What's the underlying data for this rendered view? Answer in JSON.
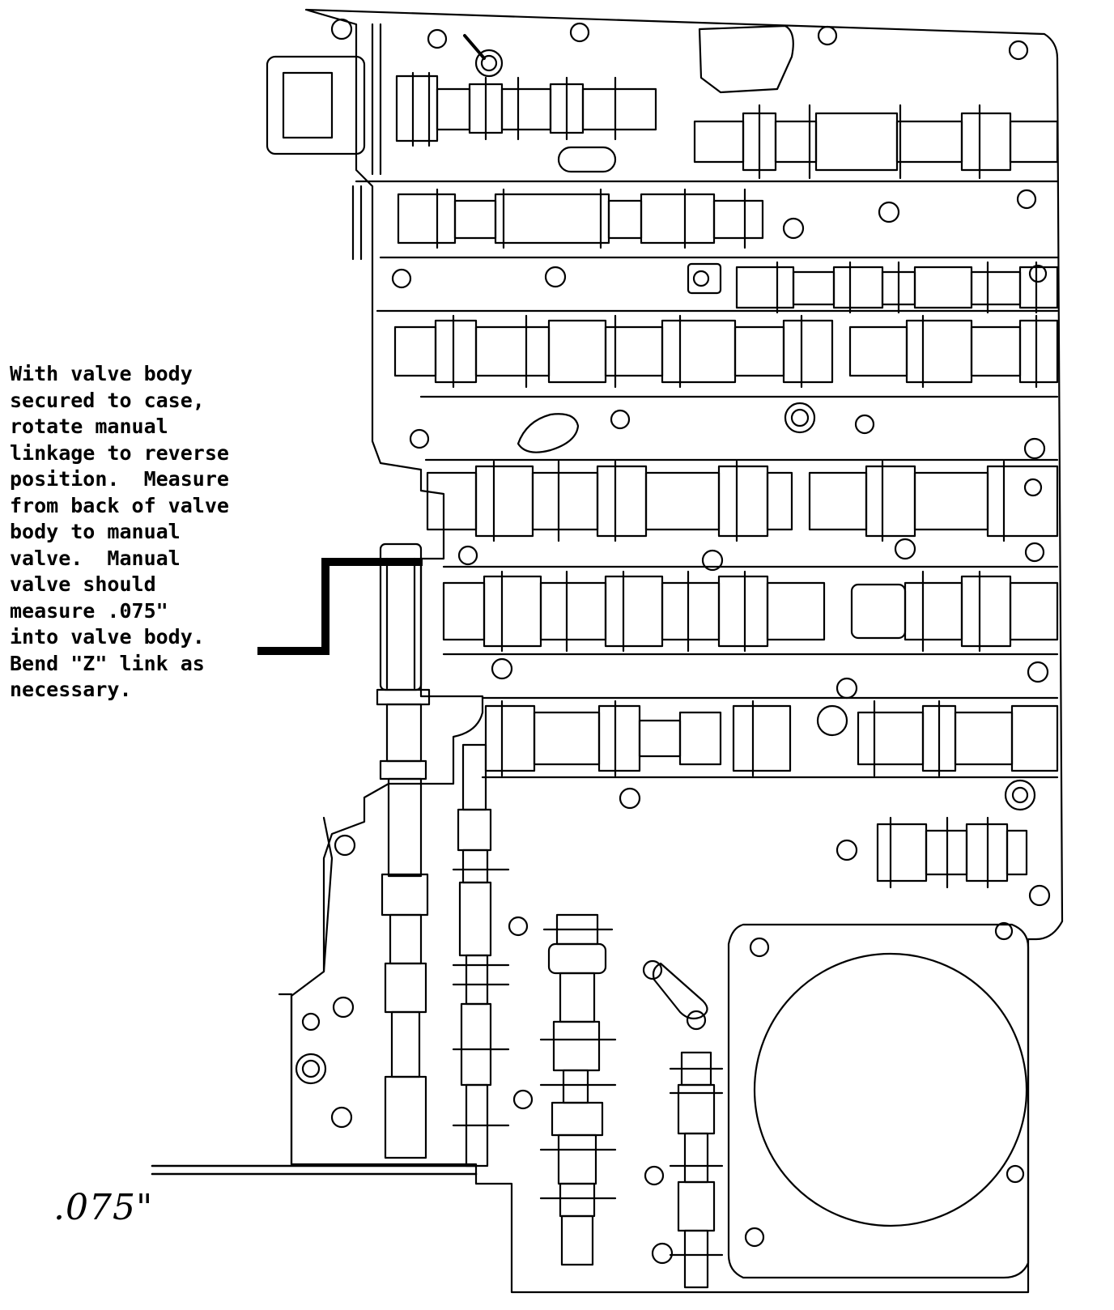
{
  "figure": {
    "ink_color": "#000000",
    "background_color": "#ffffff",
    "instruction_lines": [
      "With valve body",
      "secured to case,",
      "rotate manual",
      "linkage to reverse",
      "position.  Measure",
      "from back of valve",
      "body to manual",
      "valve.  Manual",
      "valve should",
      "measure .075\"",
      "into valve body.",
      "Bend \"Z\" link as",
      "necessary."
    ],
    "measurement_label": ".075\""
  }
}
